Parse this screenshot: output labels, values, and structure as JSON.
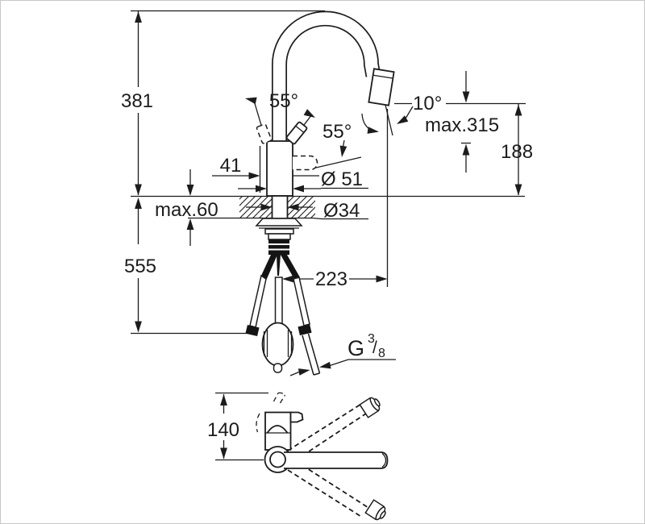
{
  "drawing": {
    "kind": "faucet installation dimension drawing",
    "line_color": "#1c1c1c",
    "background": "#ffffff",
    "border_color": "#c8c8c8"
  },
  "labels": {
    "height_above_deck": "381",
    "height_below_deck": "555",
    "deck_thickness": "max.60",
    "lever_offset": "41",
    "body_diameter": "Ø 51",
    "hole_diameter": "Ø34",
    "lever_swing_angle": "55°",
    "spray_pullout_angle": "55°",
    "outlet_angle": "10°",
    "max_height": "max.315",
    "outlet_height": "188",
    "spout_reach": "223",
    "thread_letter": "G",
    "thread_numerator": "3",
    "thread_slash": "/",
    "thread_denominator": "8",
    "lever_projection": "140"
  }
}
